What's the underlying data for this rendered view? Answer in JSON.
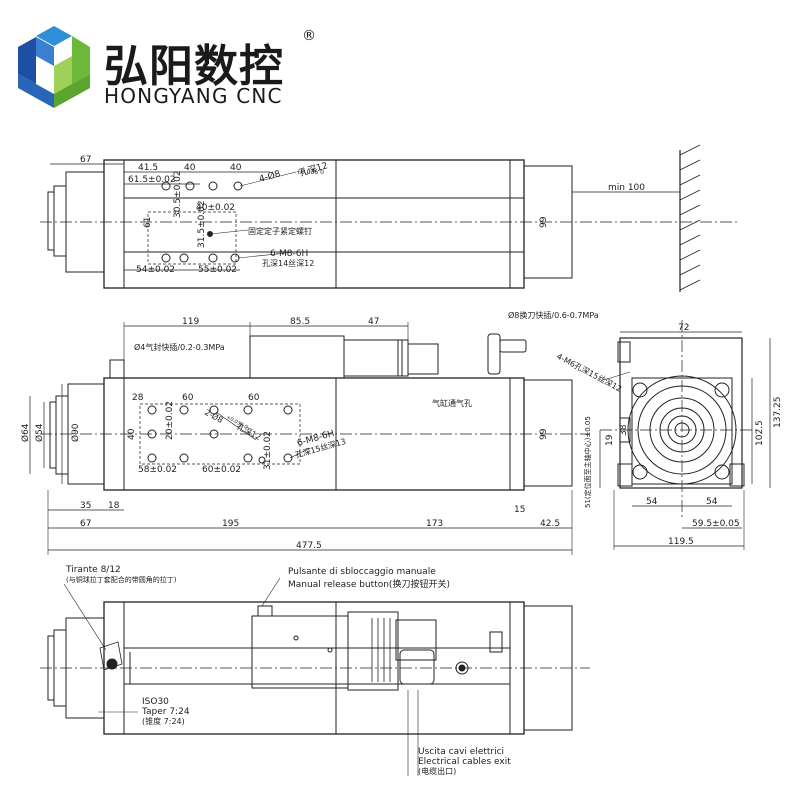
{
  "brand": {
    "name_cn": "弘阳数控",
    "name_en": "HONGYANG CNC",
    "registered": "®",
    "colors": {
      "blue_dark": "#1f4fa3",
      "blue_light": "#2f8fd8",
      "green": "#6bb83a",
      "green_light": "#9fd15a"
    }
  },
  "top_view": {
    "dims": [
      "67",
      "41.5",
      "40",
      "40",
      "61.5±0.02",
      "30.5±0.02",
      "40±0.02",
      "61",
      "31.5±0.02",
      "54±0.02",
      "55±0.02",
      "99",
      "min 100"
    ],
    "holes_top": "4-Ø8",
    "holes_top_tol": "+0.036\n0",
    "hole_depth_top": "孔深12",
    "note_screw": "固定定子紧定螺钉",
    "thread": "6-M8-6H",
    "thread_depth": "孔深14丝深12"
  },
  "middle_view": {
    "dims": [
      "119",
      "85.5",
      "47",
      "28",
      "60",
      "60",
      "40",
      "20±0.02",
      "31±0.02",
      "58±0.02",
      "60±0.02",
      "99",
      "Ø64",
      "Ø54",
      "Ø90",
      "35",
      "18",
      "67",
      "195",
      "173",
      "15",
      "42.5",
      "477.5"
    ],
    "air_seal": "Ø4气封快插/0.2-0.3MPa",
    "tool_change": "Ø8换刀快插/0.6-0.7MPa",
    "cylinder": "气缸通气孔",
    "holes": "2-Ø8",
    "holes_tol": "+0.036\n0",
    "hole_depth": "孔深12",
    "thread": "6-M8-6H",
    "thread_depth": "孔深15丝深13"
  },
  "end_view": {
    "dims": [
      "72",
      "137.25",
      "102.5",
      "38",
      "19",
      "54",
      "54",
      "59.5±0.05",
      "119.5"
    ],
    "thread": "4-M6孔深15丝深12",
    "center_dim": "51(定位面至主轴中心)±0.05"
  },
  "bottom_view": {
    "drawbar_it": "Tirante 8/12",
    "drawbar_cn": "(与铜球拉丁套配合的带圆角的拉丁)",
    "release_it": "Pulsante di sbloccaggio manuale",
    "release_en": "Manual release button(换刀按钮开关)",
    "taper_std": "ISO30",
    "taper": "Taper 7:24",
    "taper_cn": "(锥度  7:24)",
    "cable_it": "Uscita cavi elettrici",
    "cable_en": "Electrical cables exit",
    "cable_cn": "(电缆出口)"
  }
}
